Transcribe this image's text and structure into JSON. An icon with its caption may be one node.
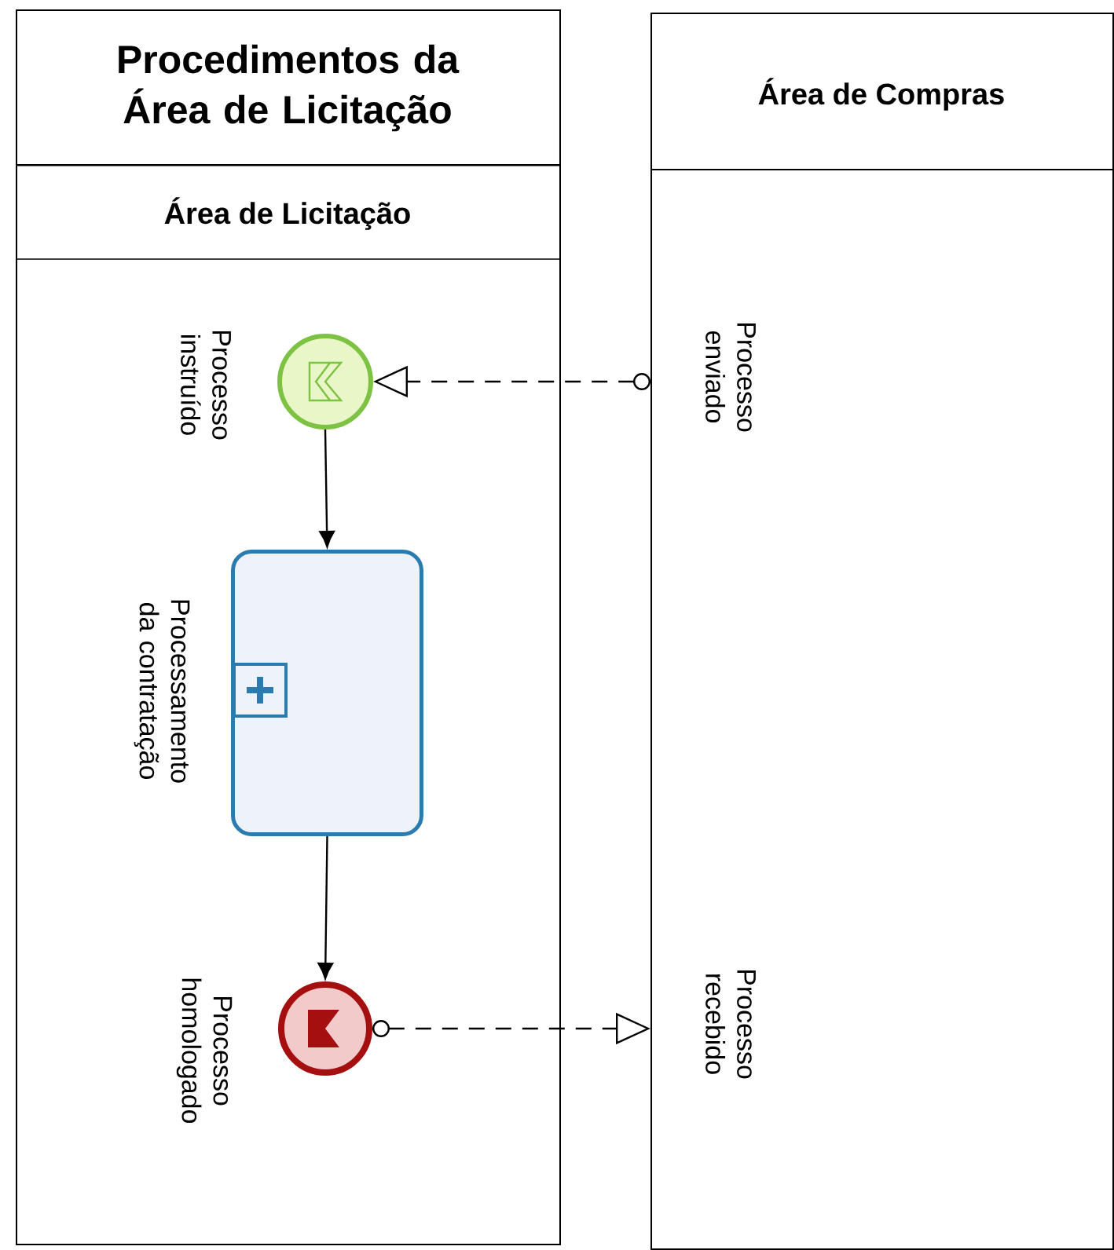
{
  "diagram": {
    "nodes": [
      {
        "text": [
          "Procedimentos da Área de Licitação"
        ]
      },
      {
        "text": [
          "Área de Licitação"
        ],
        "in": 0
      },
      {
        "text": [
          "Processo instruído"
        ],
        "in": 1
      },
      {
        "text": [
          "Processamento da contratação"
        ],
        "in": 1
      },
      {
        "text": [
          "Processo homologado"
        ],
        "in": 1
      },
      {
        "text": [
          "Área de Compras"
        ]
      }
    ],
    "edges": [
      {
        "from": 5,
        "to": 2,
        "arrow": "to",
        "style": "dashed",
        "label": "Processo enviado"
      },
      {
        "from": 2,
        "to": 3,
        "arrow": "to"
      },
      {
        "from": 3,
        "to": 4,
        "arrow": "to"
      },
      {
        "from": 4,
        "to": 5,
        "arrow": "to",
        "style": "dashed",
        "label": "Processo recebido"
      }
    ]
  }
}
